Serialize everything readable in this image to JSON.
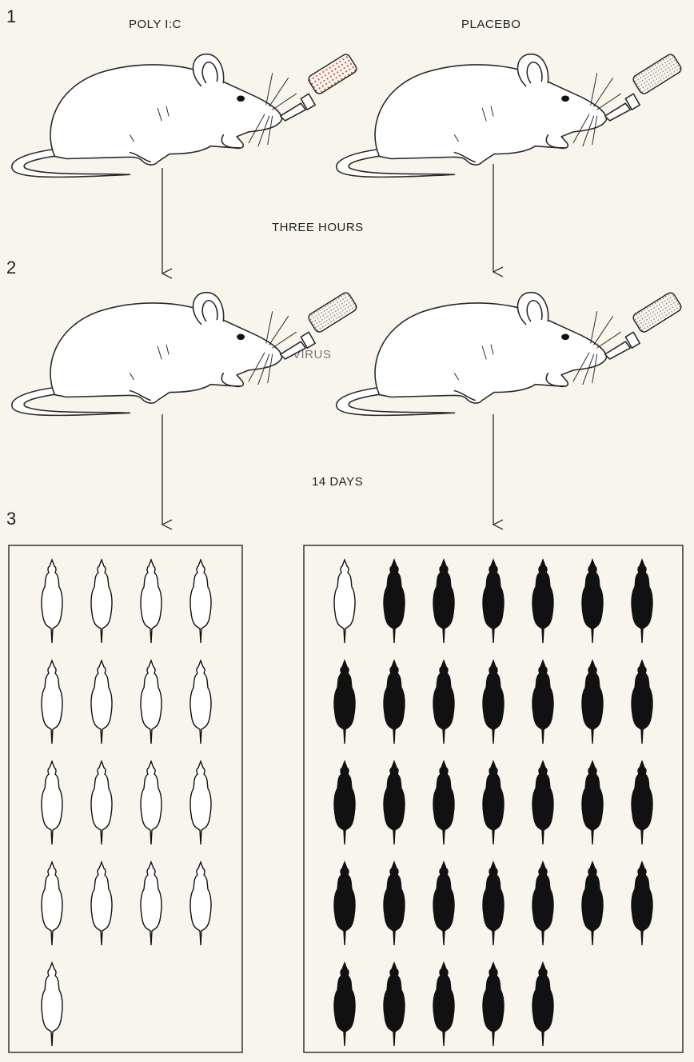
{
  "steps": [
    "1",
    "2",
    "3"
  ],
  "labels": {
    "left_treatment": "POLY I:C",
    "right_treatment": "PLACEBO",
    "interval_1": "THREE HOURS",
    "virus": "VIRUS",
    "interval_2": "14 DAYS"
  },
  "colors": {
    "background": "#f8f6ec",
    "ink": "#222222",
    "poly_ic_dots": "#c0504d",
    "placebo_dots": "#888888",
    "virus_dots": "#888888"
  },
  "outcome": {
    "poly_ic": {
      "survived": 17,
      "died": 0,
      "columns": 4
    },
    "placebo": {
      "survived": 1,
      "died": 32,
      "columns": 7
    }
  }
}
